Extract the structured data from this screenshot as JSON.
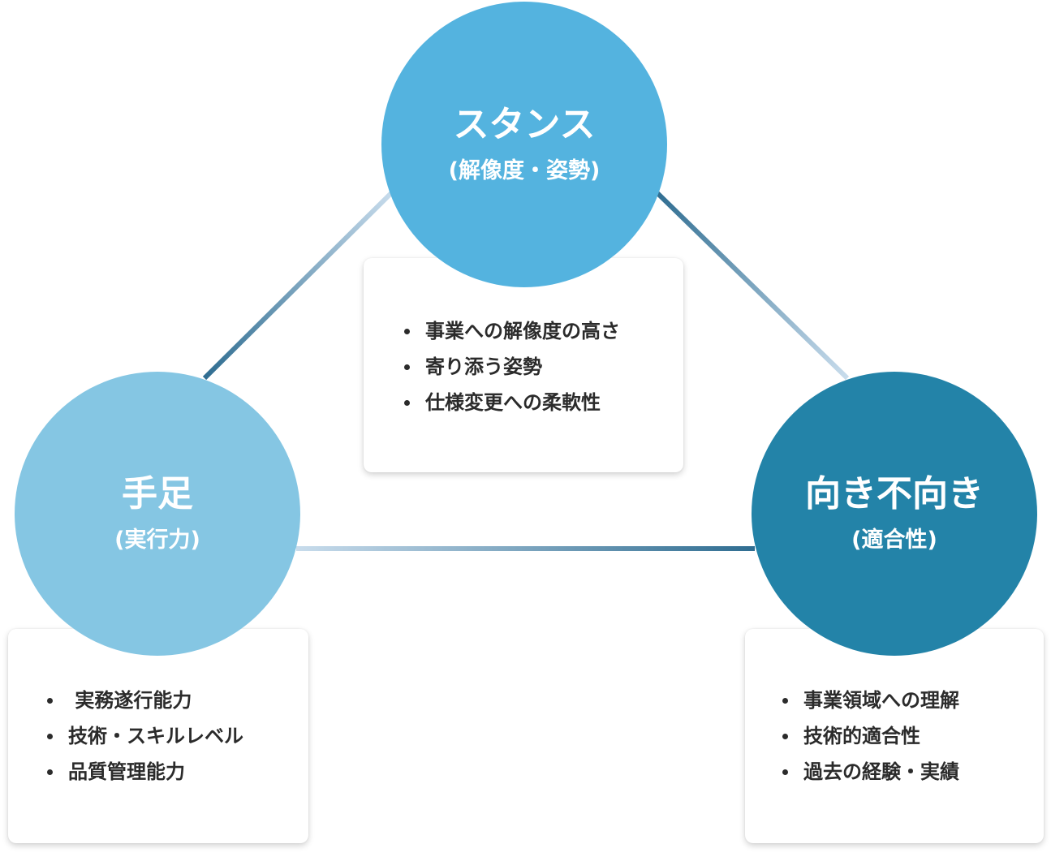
{
  "nodes": {
    "top": {
      "title": "スタンス",
      "subtitle": "(解像度・姿勢)",
      "color": "#54b3df",
      "items": [
        "事業への解像度の高さ",
        "寄り添う姿勢",
        "仕様変更への柔軟性"
      ]
    },
    "left": {
      "title": "手足",
      "subtitle": "(実行力)",
      "color": "#85c6e3",
      "items": [
        " 実務遂行能力",
        "技術・スキルレベル",
        "品質管理能力"
      ]
    },
    "right": {
      "title": "向き不向き",
      "subtitle": "(適合性)",
      "color": "#2383a8",
      "items": [
        "事業領域への理解",
        "技術的適合性",
        "過去の経験・実績"
      ]
    }
  },
  "connector_colors": {
    "dark": "#2f6d91",
    "light": "#c8dcec"
  }
}
